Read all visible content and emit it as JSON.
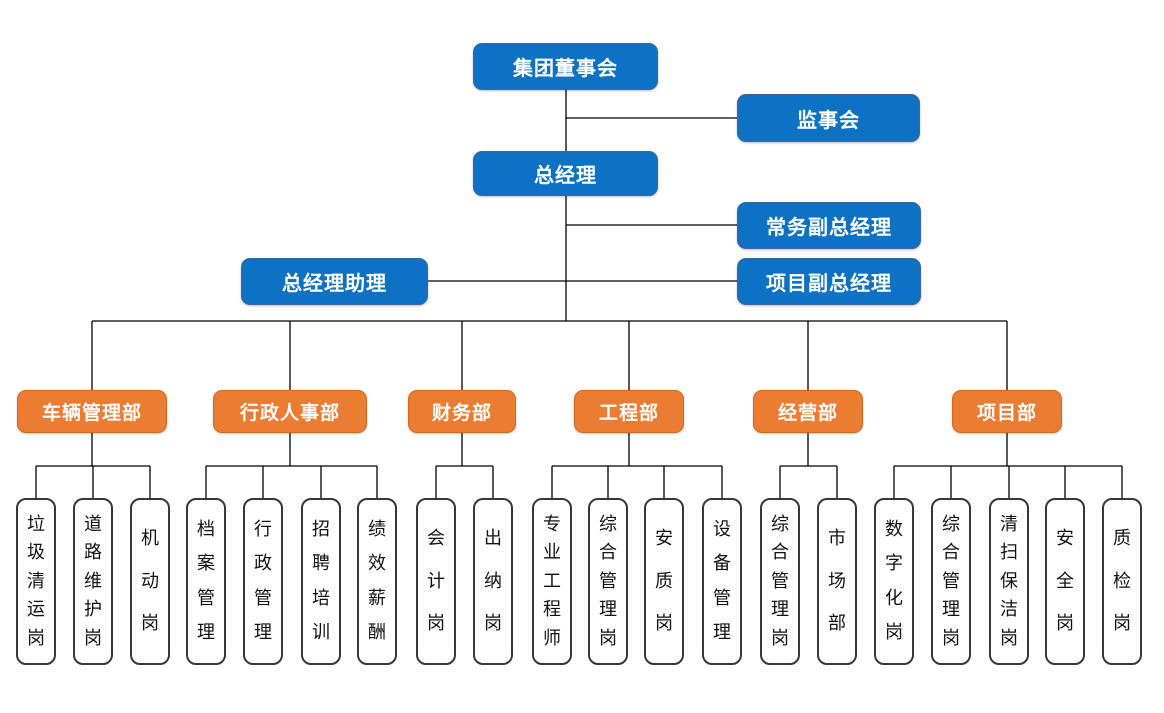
{
  "diagram": {
    "type": "org-chart",
    "colors": {
      "executive_box": "#0d72c4",
      "department_box": "#ec7c31",
      "position_fill": "#ffffff",
      "position_border": "#383838",
      "connector": "#000000",
      "text_on_color": "#ffffff",
      "text_on_white": "#111111"
    },
    "executives": {
      "board": "集团董事会",
      "supervisory": "监事会",
      "general_manager": "总经理",
      "executive_deputy_gm": "常务副总经理",
      "gm_assistant": "总经理助理",
      "project_deputy_gm": "项目副总经理"
    },
    "departments": [
      {
        "label": "车辆管理部",
        "positions": [
          "垃圾清运岗",
          "道路维护岗",
          "机动岗"
        ]
      },
      {
        "label": "行政人事部",
        "positions": [
          "档案管理",
          "行政管理",
          "招聘培训",
          "绩效薪酬"
        ]
      },
      {
        "label": "财务部",
        "positions": [
          "会计岗",
          "出纳岗"
        ]
      },
      {
        "label": "工程部",
        "positions": [
          "专业工程师",
          "综合管理岗",
          "安质岗",
          "设备管理"
        ]
      },
      {
        "label": "经营部",
        "positions": [
          "综合管理岗",
          "市场部"
        ]
      },
      {
        "label": "项目部",
        "positions": [
          "数字化岗",
          "综合管理岗",
          "清扫保洁岗",
          "安全岗",
          "质检岗"
        ]
      }
    ]
  }
}
